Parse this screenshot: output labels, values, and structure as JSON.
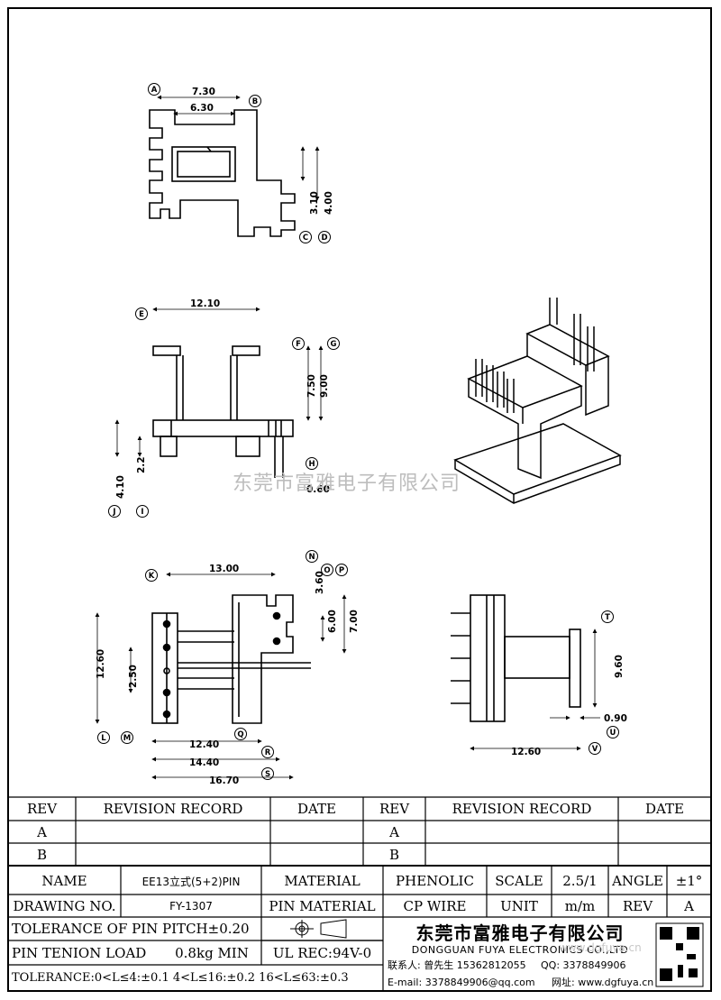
{
  "watermark": "东莞市富雅电子有限公司",
  "dims": {
    "d_7_30": "7.30",
    "d_6_30": "6.30",
    "d_3_10": "3.10",
    "d_4_00": "4.00",
    "d_12_10": "12.10",
    "d_7_50": "7.50",
    "d_9_00": "9.00",
    "d_4_10": "4.10",
    "d_2_2": "2.2",
    "d_0_60": "0.60",
    "d_13_00": "13.00",
    "d_3_60": "3.60",
    "d_6_00": "6.00",
    "d_7_00": "7.00",
    "d_12_60_v": "12.60",
    "d_2_50": "2.50",
    "d_12_40": "12.40",
    "d_14_40": "14.40",
    "d_16_70": "16.70",
    "d_9_60": "9.60",
    "d_0_90": "0.90",
    "d_12_60_h": "12.60"
  },
  "labels": {
    "A": "A",
    "B": "B",
    "C": "C",
    "D": "D",
    "E": "E",
    "F": "F",
    "G": "G",
    "H": "H",
    "I": "I",
    "J": "J",
    "K": "K",
    "L": "L",
    "M": "M",
    "N": "N",
    "O": "O",
    "P": "P",
    "Q": "Q",
    "R": "R",
    "S": "S",
    "T": "T",
    "U": "U",
    "V": "V"
  },
  "title_block": {
    "rev_header": "REV",
    "revision_record_header": "REVISION RECORD",
    "date_header": "DATE",
    "rev_a": "A",
    "rev_b": "B",
    "name_label": "NAME",
    "name_value": "EE13立式(5+2)PIN",
    "material_label": "MATERIAL",
    "material_value": "PHENOLIC",
    "scale_label": "SCALE",
    "scale_value": "2.5/1",
    "angle_label": "ANGLE",
    "angle_value": "±1°",
    "drawing_no_label": "DRAWING NO.",
    "drawing_no_value": "FY-1307",
    "pin_material_label": "PIN MATERIAL",
    "pin_material_value": "CP WIRE",
    "unit_label": "UNIT",
    "unit_value": "m/m",
    "rev_label": "REV",
    "rev_value": "A",
    "tolerance_pitch": "TOLERANCE OF PIN PITCH±0.20",
    "pin_tension_label": "PIN TENION LOAD",
    "pin_tension_value": "0.8kg MIN",
    "ul_rec": "UL REC:94V-0",
    "tolerance_general": "TOLERANCE:0<L≤4:±0.1  4<L≤16:±0.2  16<L≤63:±0.3",
    "company_cn": "东莞市富雅电子有限公司",
    "company_en": "DONGGUAN FUYA ELECTRONICS CO.,LTD",
    "contact": "联系人: 曾先生 15362812055",
    "qq": "QQ: 3378849906",
    "email": "E-mail: 3378849906@qq.com",
    "website": "网址: www.dgfuya.cn",
    "wm_small": "www.dgfuya.cn"
  }
}
